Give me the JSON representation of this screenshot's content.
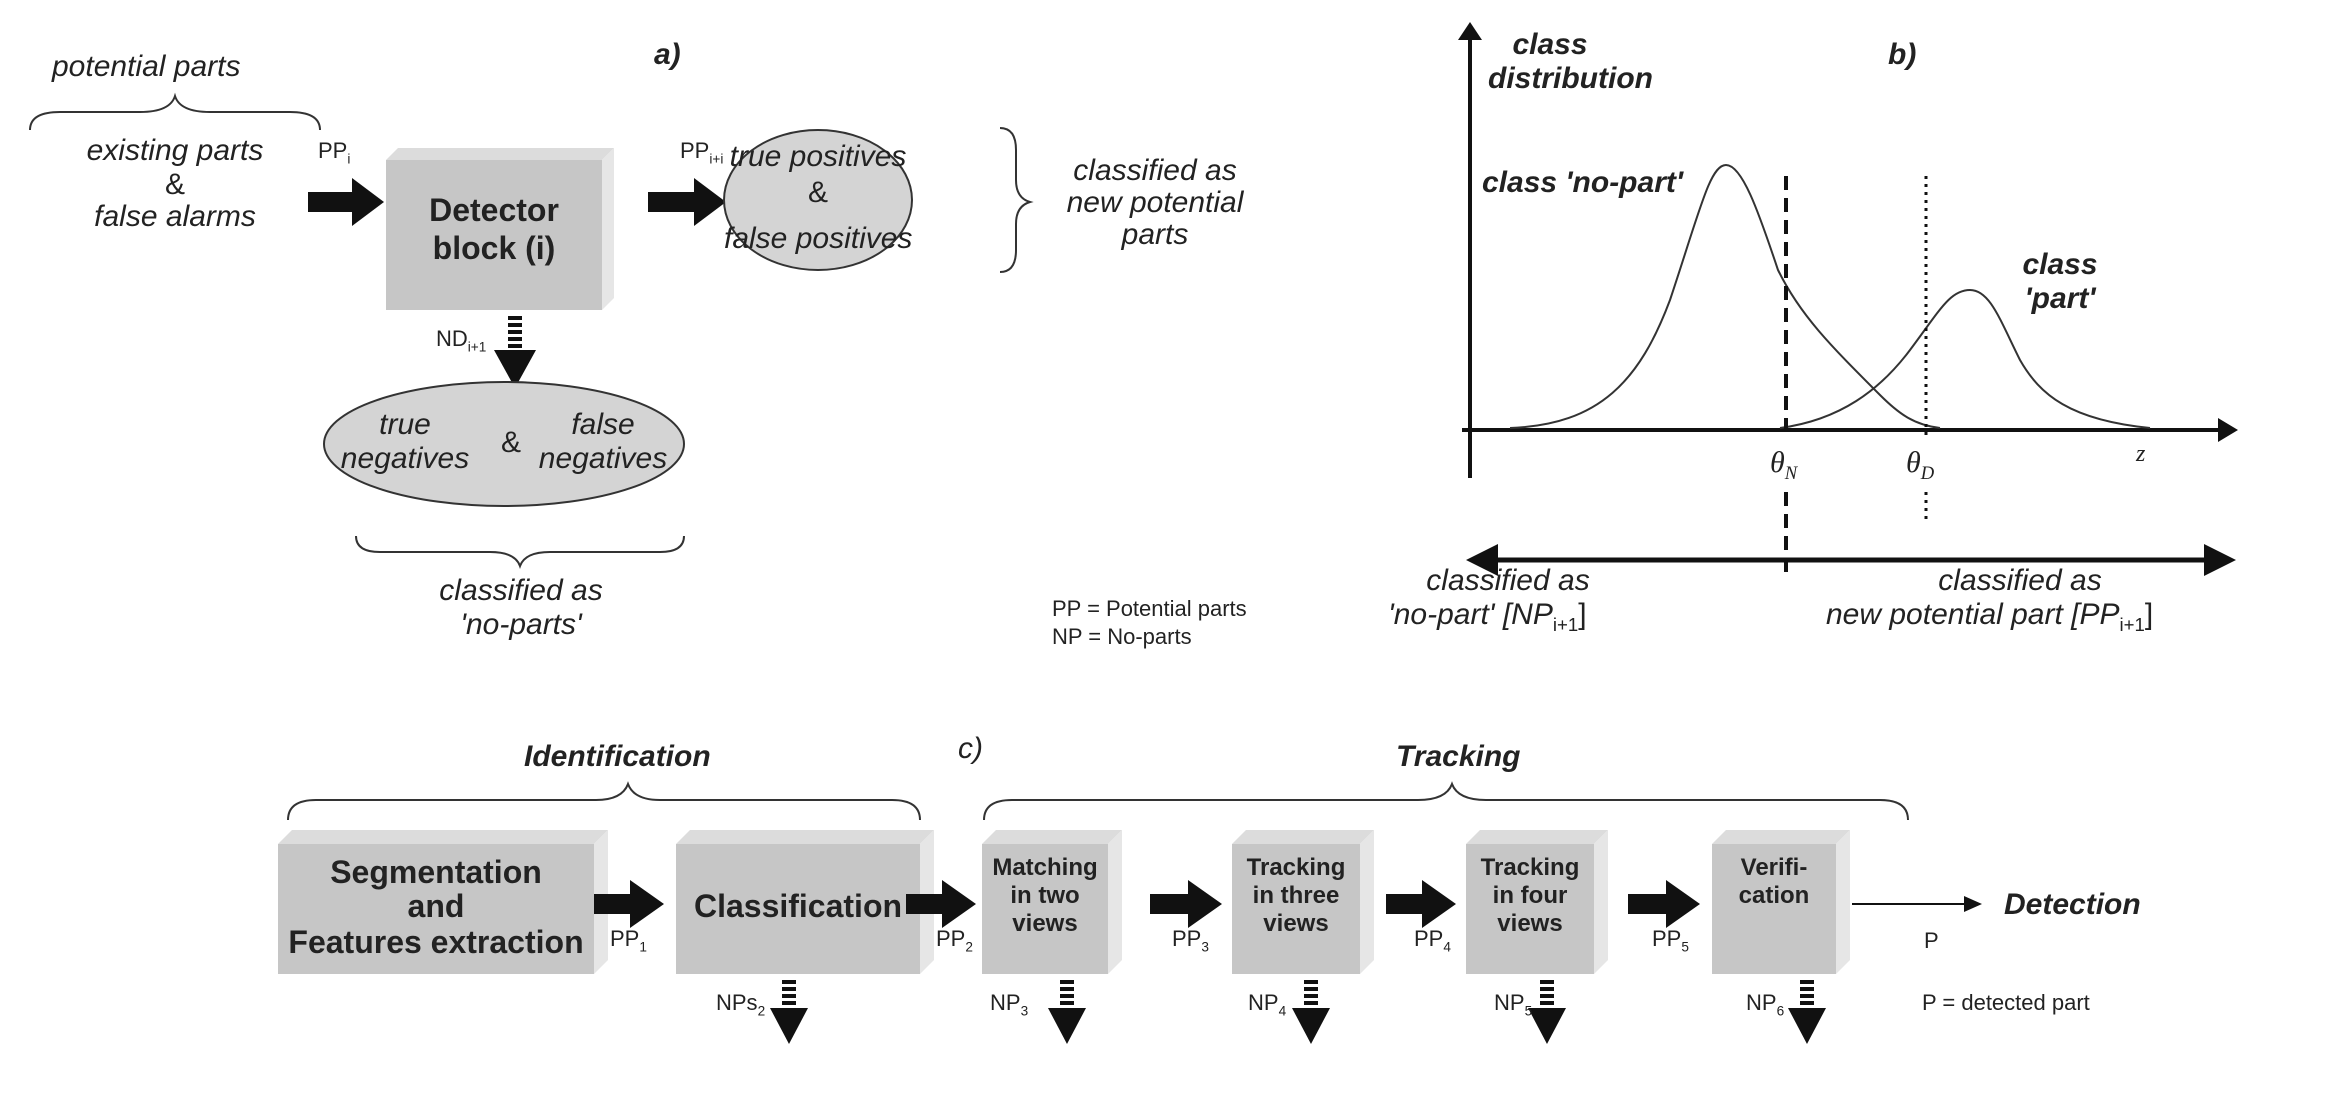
{
  "panel_a": {
    "label": "a)",
    "input_brace_title": "potential parts",
    "input_line1": "existing parts",
    "input_line2": "&",
    "input_line3": "false alarms",
    "pp_in": "PP",
    "pp_in_sub": "i",
    "detector_line1": "Detector",
    "detector_line2": "block (i)",
    "pp_out": "PP",
    "pp_out_sub": "i+i",
    "pos_ellipse_line1": "true positives",
    "pos_ellipse_line2": "&",
    "pos_ellipse_line3": "false positives",
    "pos_class_line1": "classified as",
    "pos_class_line2": "new potential",
    "pos_class_line3": "parts",
    "nd": "ND",
    "nd_sub": "i+1",
    "neg_true_1": "true",
    "neg_true_2": "negatives",
    "neg_amp": "&",
    "neg_false_1": "false",
    "neg_false_2": "negatives",
    "neg_class_line1": "classified as",
    "neg_class_line2": "'no-parts'"
  },
  "legend": {
    "pp": "PP = Potential parts",
    "np": "NP = No-parts"
  },
  "panel_b": {
    "label": "b)",
    "y_axis_line1": "class",
    "y_axis_line2": "distribution",
    "class_nopart": "class 'no-part'",
    "class_part_line1": "class",
    "class_part_line2": "'part'",
    "theta_n": "θ",
    "theta_n_sub": "N",
    "theta_d": "θ",
    "theta_d_sub": "D",
    "x_axis_label": "z",
    "left_class_line1": "classified as",
    "left_class_line2": "'no-part' [NP",
    "left_class_sub": "i+1",
    "left_class_end": "]",
    "right_class_line1": "classified as",
    "right_class_line2": "new potential part [PP",
    "right_class_sub": "i+1",
    "right_class_end": "]"
  },
  "panel_c": {
    "label": "c)",
    "identification": "Identification",
    "tracking": "Tracking",
    "blocks": [
      {
        "line1": "Segmentation",
        "line2": "and",
        "line3": "Features extraction"
      },
      {
        "line1": "Classification"
      },
      {
        "line1": "Matching",
        "line2": "in two",
        "line3": "views"
      },
      {
        "line1": "Tracking",
        "line2": "in three",
        "line3": "views"
      },
      {
        "line1": "Tracking",
        "line2": "in four",
        "line3": "views"
      },
      {
        "line1": "Verifi-",
        "line2": "cation"
      }
    ],
    "pp_labels": [
      {
        "main": "PP",
        "sub": "1"
      },
      {
        "main": "PP",
        "sub": "2"
      },
      {
        "main": "PP",
        "sub": "3"
      },
      {
        "main": "PP",
        "sub": "4"
      },
      {
        "main": "PP",
        "sub": "5"
      }
    ],
    "np_labels": [
      {
        "main": "NPs",
        "sub": "2"
      },
      {
        "main": "NP",
        "sub": "3"
      },
      {
        "main": "NP",
        "sub": "4"
      },
      {
        "main": "NP",
        "sub": "5"
      },
      {
        "main": "NP",
        "sub": "6"
      }
    ],
    "output_p": "P",
    "detection": "Detection",
    "p_legend": "P = detected part"
  },
  "colors": {
    "box_front": "#c8c8c8",
    "box_side": "#e0e0e0",
    "box_top": "#d8d8d8",
    "ellipse_fill": "#d4d4d4",
    "ink": "#111111"
  }
}
